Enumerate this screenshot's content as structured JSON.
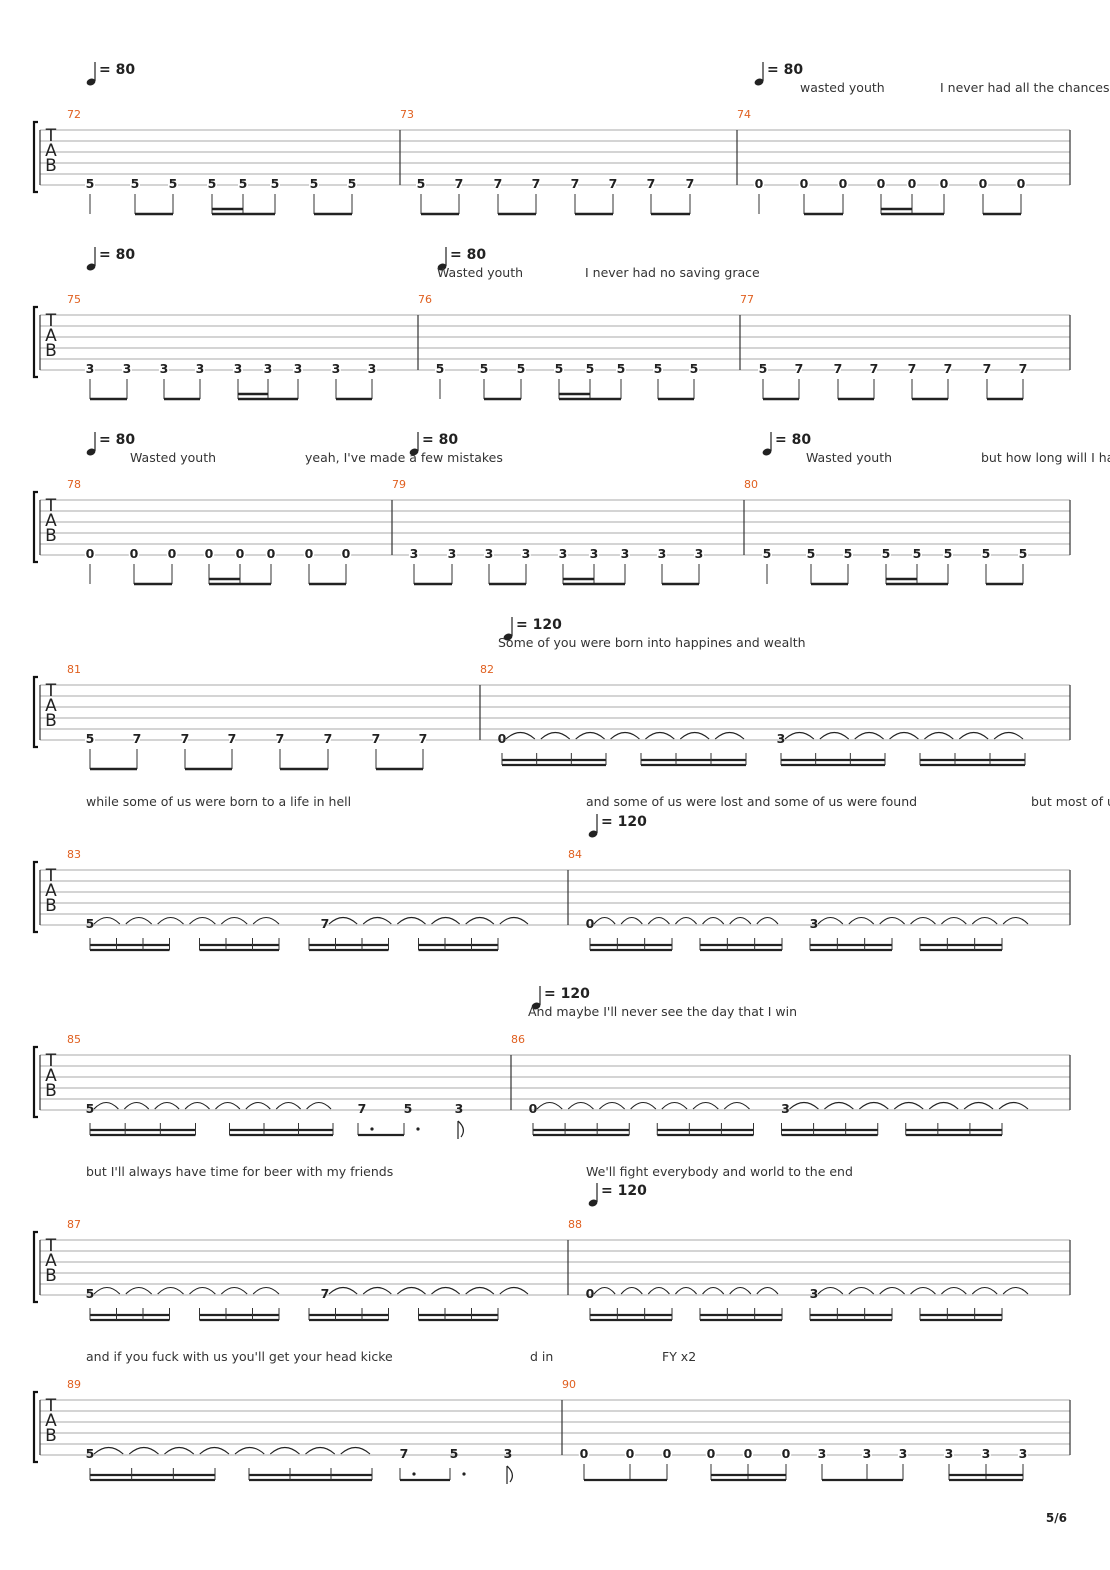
{
  "page_number": "5/6",
  "colors": {
    "measure_number": "#e06020",
    "staff_line": "#aaaaaa",
    "ink": "#222222"
  },
  "systems": [
    {
      "measures": [
        "72",
        "73",
        "74"
      ],
      "tempos": [
        "= 80",
        "= 80"
      ],
      "lyrics": [
        "wasted youth",
        "I never had all the chances"
      ],
      "frets": [
        [
          "5",
          "5",
          "5",
          "5",
          "5",
          "5",
          "5",
          "5"
        ],
        [
          "5",
          "7",
          "7",
          "7",
          "7",
          "7",
          "7",
          "7"
        ],
        [
          "0",
          "0",
          "0",
          "0",
          "0",
          "0",
          "0",
          "0"
        ]
      ]
    },
    {
      "measures": [
        "75",
        "76",
        "77"
      ],
      "tempos": [
        "= 80",
        "= 80"
      ],
      "lyrics": [
        "Wasted youth",
        "I never had no saving grace"
      ],
      "frets": [
        [
          "3",
          "3",
          "3",
          "3",
          "3",
          "3",
          "3",
          "3"
        ],
        [
          "5",
          "5",
          "5",
          "5",
          "5",
          "5",
          "5",
          "5"
        ],
        [
          "5",
          "7",
          "7",
          "7",
          "7",
          "7",
          "7",
          "7"
        ]
      ]
    },
    {
      "measures": [
        "78",
        "79",
        "80"
      ],
      "tempos": [
        "= 80",
        "= 80",
        "= 80"
      ],
      "lyrics": [
        "Wasted youth",
        "yeah, I've made a few mistakes",
        "Wasted youth",
        "but how long will I hav"
      ],
      "frets": [
        [
          "0",
          "0",
          "0",
          "0",
          "0",
          "0",
          "0",
          "0"
        ],
        [
          "3",
          "3",
          "3",
          "3",
          "3",
          "3",
          "3",
          "3"
        ],
        [
          "5",
          "5",
          "5",
          "5",
          "5",
          "5",
          "5",
          "5"
        ]
      ]
    },
    {
      "measures": [
        "81",
        "82"
      ],
      "tempos": [
        "= 120"
      ],
      "lyrics": [
        "Some of you were born into happines and wealth"
      ],
      "frets": [
        [
          "5",
          "7",
          "7",
          "7",
          "7",
          "7",
          "7",
          "7"
        ],
        [
          "0",
          "3"
        ]
      ]
    },
    {
      "measures": [
        "83",
        "84"
      ],
      "tempos": [
        "= 120"
      ],
      "lyrics": [
        "while some of us were born to a life in hell",
        "and some of us were lost and some of us were found",
        "but most of u"
      ],
      "frets": [
        [
          "5",
          "7"
        ],
        [
          "0",
          "3"
        ]
      ]
    },
    {
      "measures": [
        "85",
        "86"
      ],
      "tempos": [
        "= 120"
      ],
      "lyrics": [
        "And maybe I'll never see the day that I win"
      ],
      "frets": [
        [
          "5",
          "7",
          "5",
          "3"
        ],
        [
          "0",
          "3"
        ]
      ]
    },
    {
      "measures": [
        "87",
        "88"
      ],
      "tempos": [
        "= 120"
      ],
      "lyrics": [
        "but I'll always have time for beer with my friends",
        "We'll fight everybody and world to the end"
      ],
      "frets": [
        [
          "5",
          "7"
        ],
        [
          "0",
          "3"
        ]
      ]
    },
    {
      "measures": [
        "89",
        "90"
      ],
      "tempos": [],
      "lyrics": [
        "and if you fuck with us you'll get your head kicke",
        "d in",
        "FY  x2"
      ],
      "frets": [
        [
          "5",
          "7",
          "5",
          "3"
        ],
        [
          "0",
          "0",
          "0",
          "0",
          "0",
          "0",
          "3",
          "3",
          "3",
          "3",
          "3",
          "3"
        ]
      ]
    }
  ],
  "clef_letters": [
    "T",
    "A",
    "B"
  ]
}
